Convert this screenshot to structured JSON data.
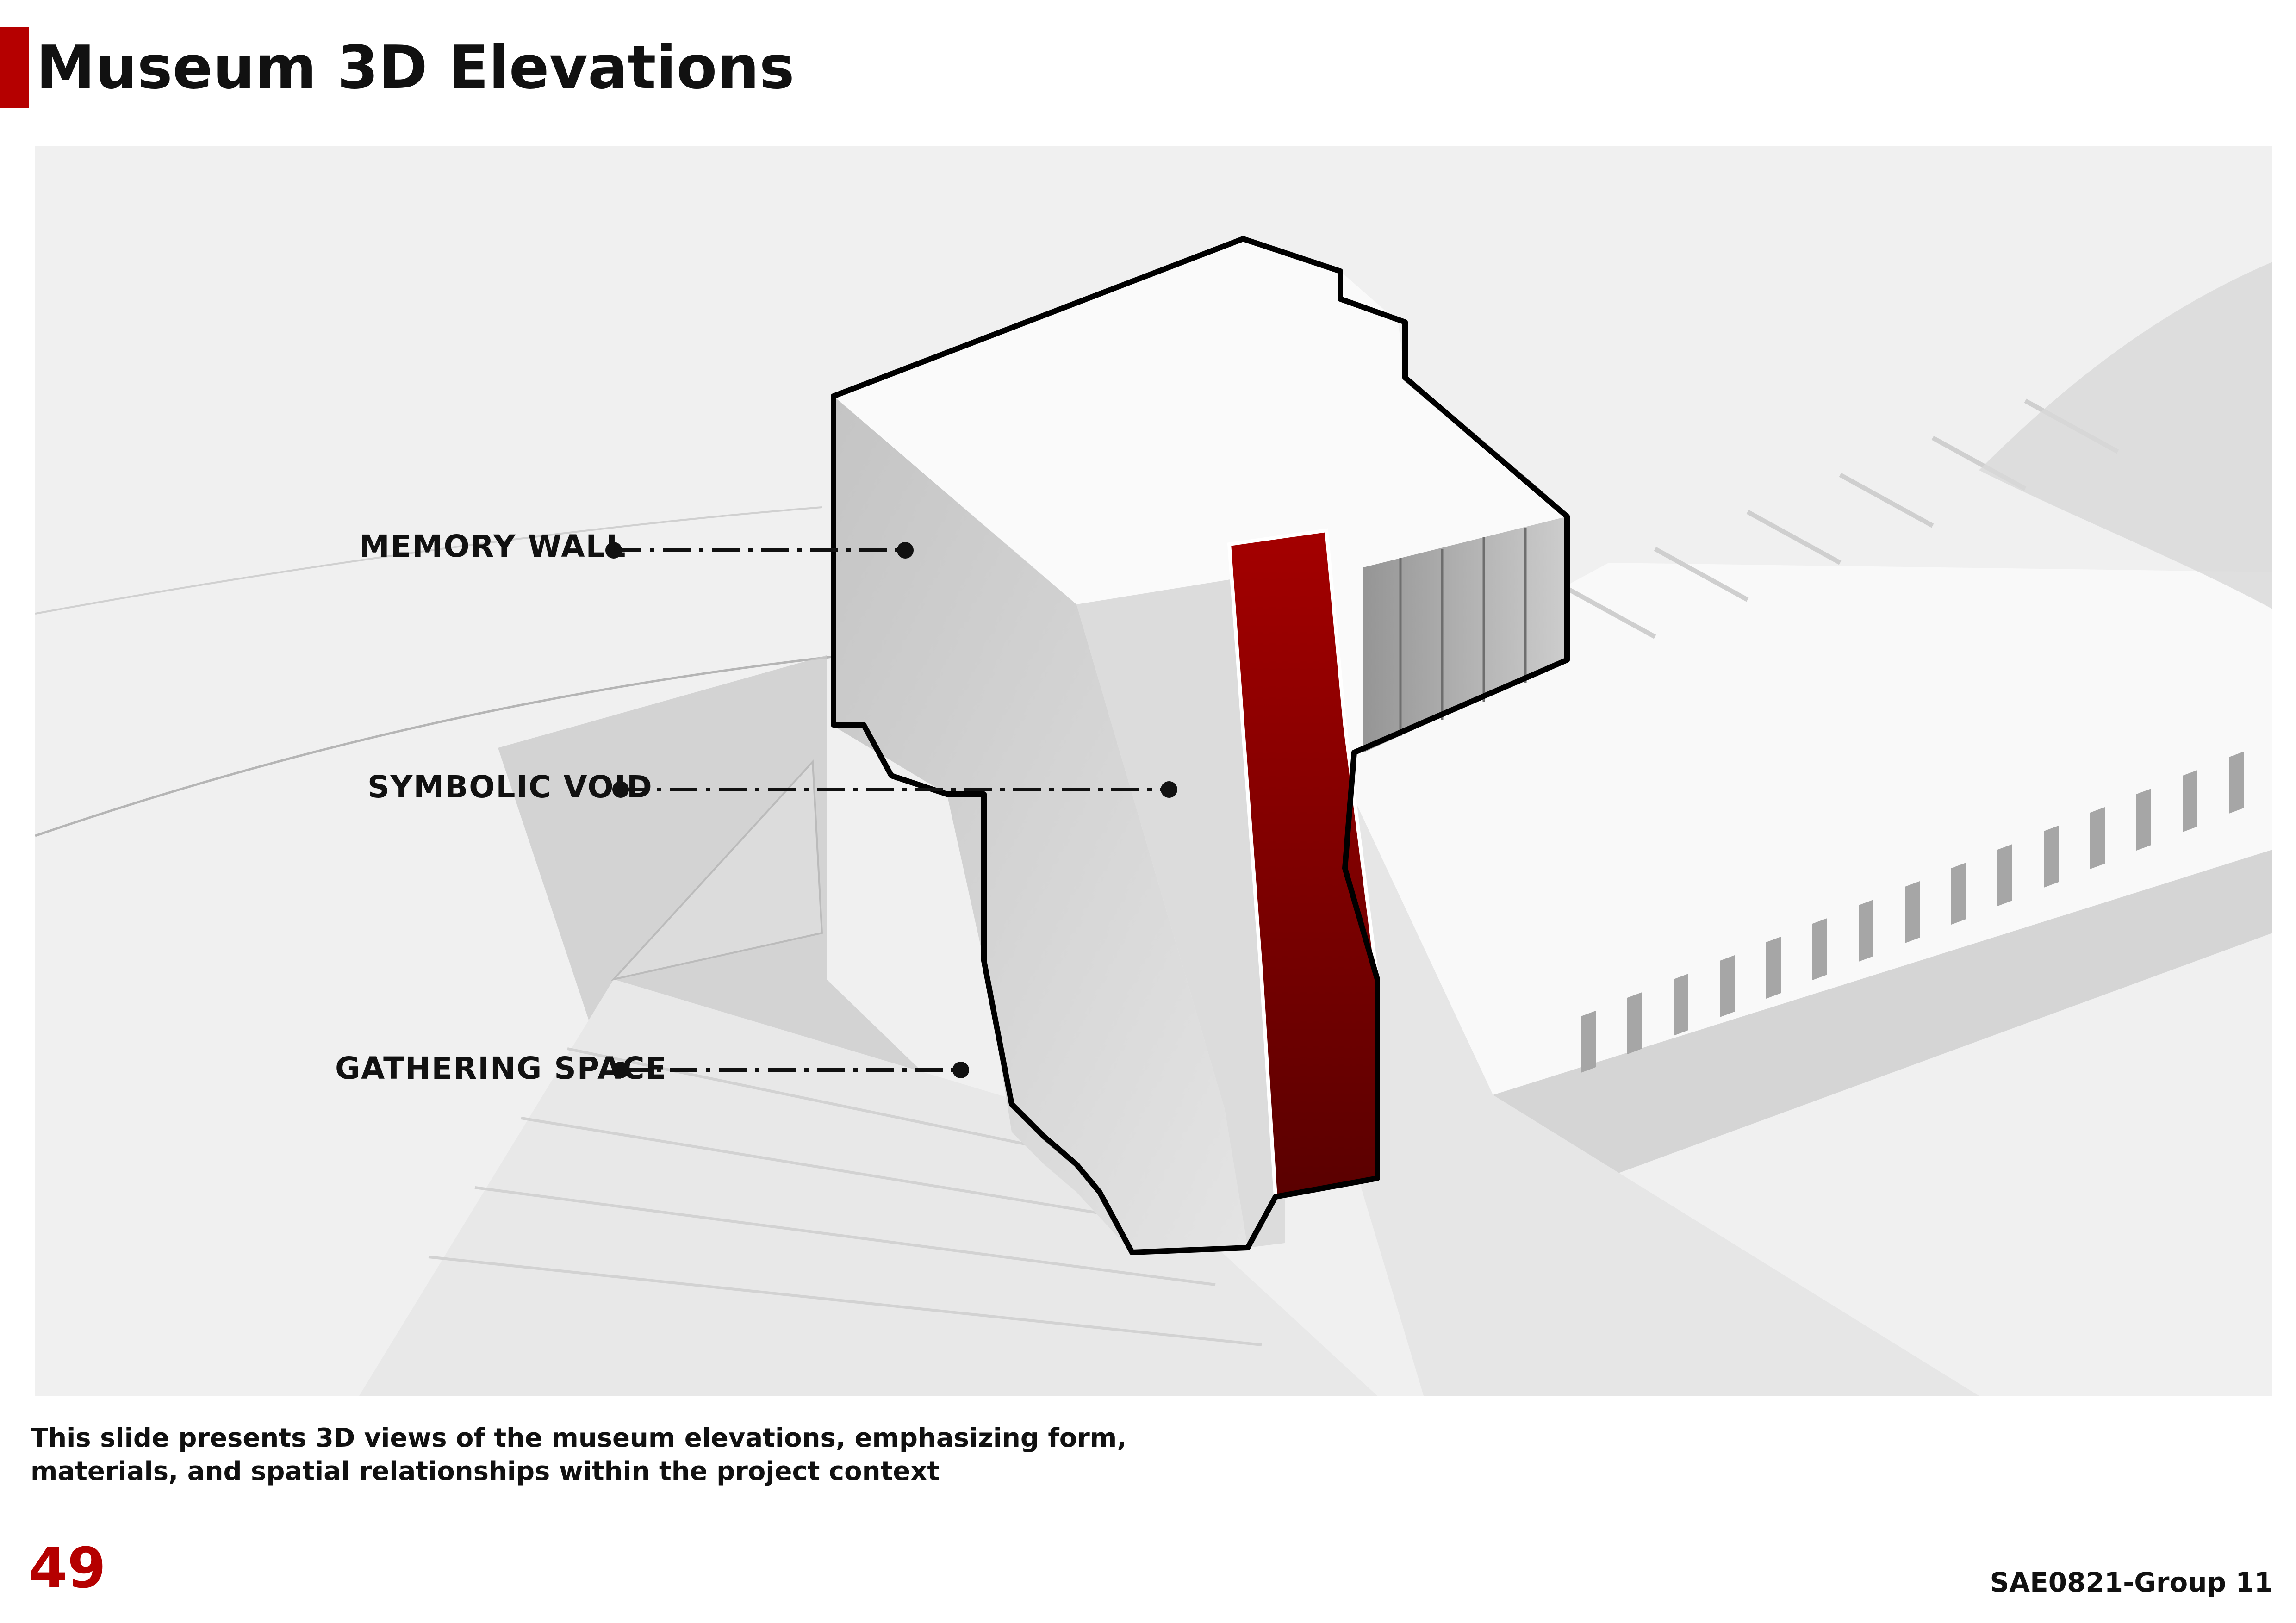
{
  "slide": {
    "title": "Museum 3D Elevations",
    "caption": "This slide presents 3D views of the museum elevations, emphasizing form, materials, and spatial relationships within the project context",
    "page_number": "49",
    "group": "SAE0821-Group 11"
  },
  "labels": [
    {
      "text": "MEMORY WALL"
    },
    {
      "text": "SYMBOLIC VOID"
    },
    {
      "text": "GATHERING SPACE"
    }
  ],
  "colors": {
    "accent": "#b50000",
    "red_panel": "#9e0000",
    "background": "#f1f1f1"
  }
}
